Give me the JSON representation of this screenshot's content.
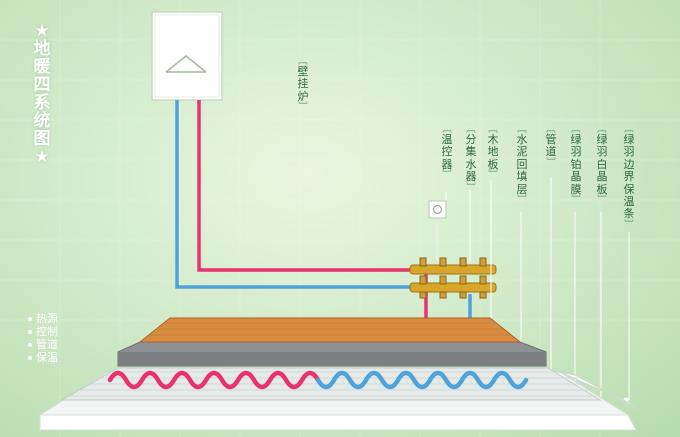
{
  "title": "地暖四系统图",
  "title_chars": [
    "★",
    "地",
    "暖",
    "四",
    "系",
    "统",
    "图",
    "★"
  ],
  "labels": {
    "boiler": "壁挂炉",
    "thermostat": "温控器",
    "manifold": "分集水器",
    "wood_floor": "木地板",
    "cement_layer": "水泥回填层",
    "pipe": "管道",
    "film": "绿羽铂晶膜",
    "board": "绿羽白晶板",
    "edge_strip": "绿羽边界保温条"
  },
  "legend": [
    "热源",
    "控制",
    "管道",
    "保温"
  ],
  "colors": {
    "hot_pipe": "#e8336e",
    "cold_pipe": "#4fa3dc",
    "brass": "#d8a62a",
    "wood": "#d98c3f",
    "label_text": "#2d6a3e"
  }
}
